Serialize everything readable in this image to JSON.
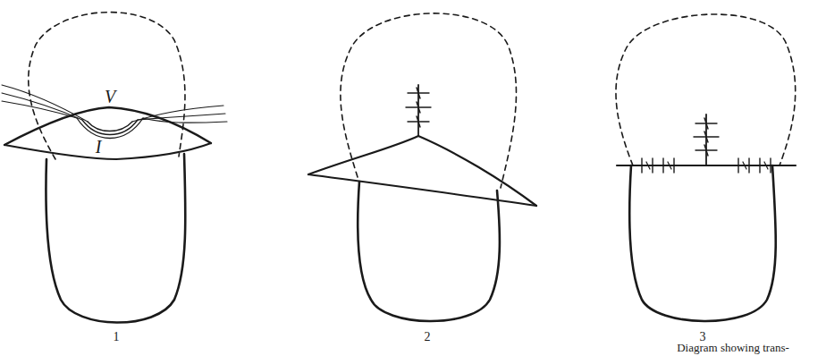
{
  "diagram": {
    "caption": "Diagram showing trans-",
    "labels": [
      "V",
      "I",
      "1",
      "2",
      "3"
    ]
  }
}
